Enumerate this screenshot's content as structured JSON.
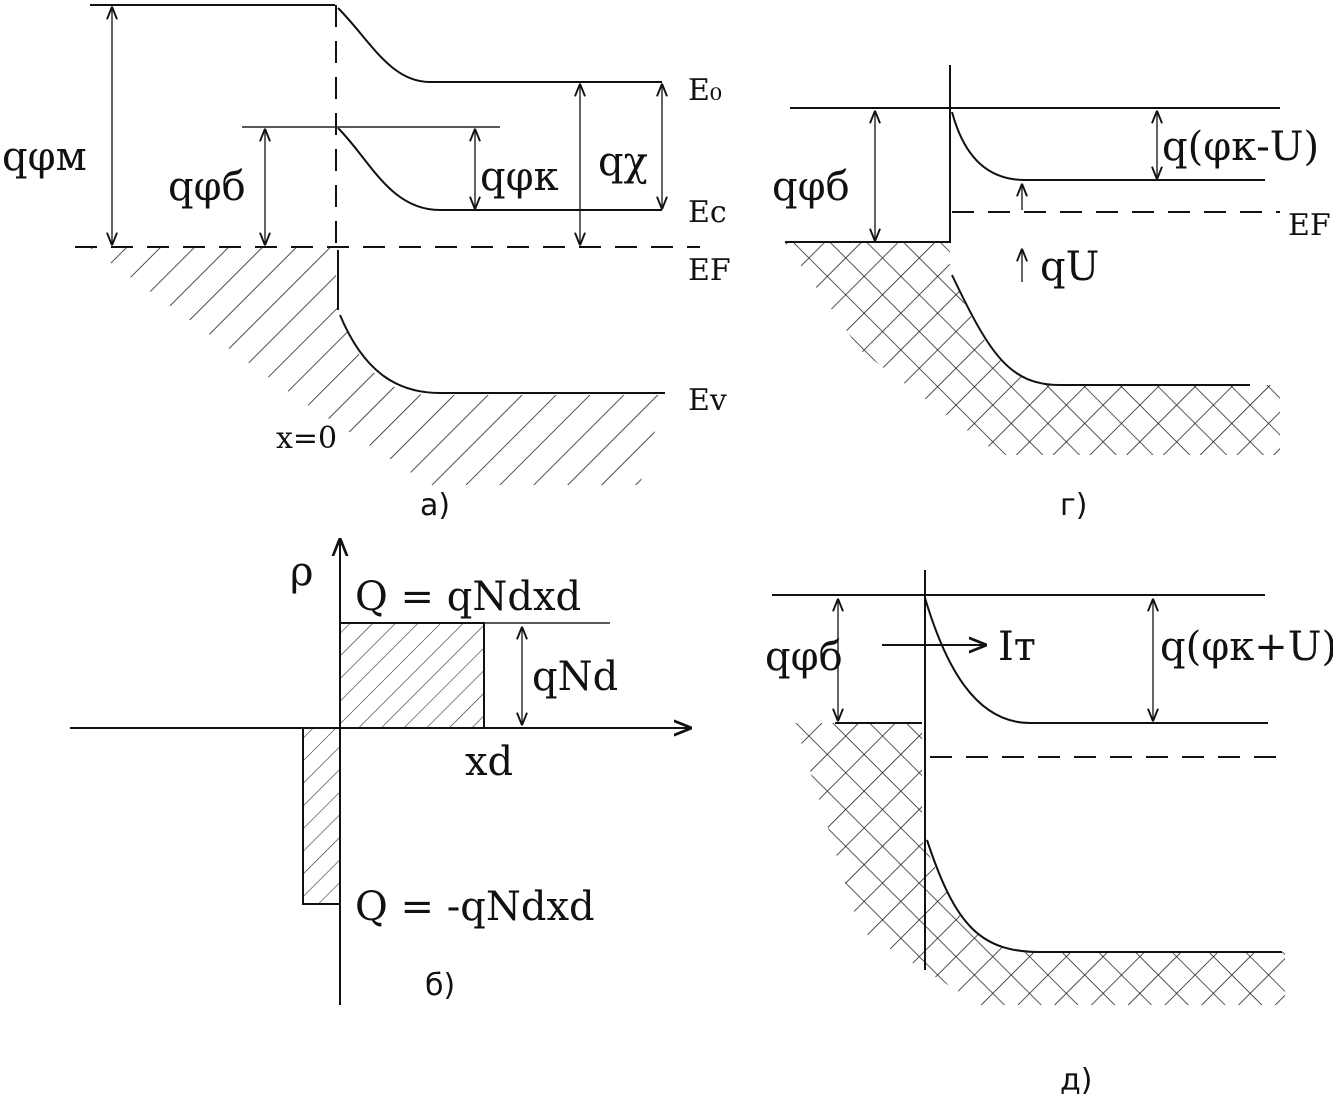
{
  "panel_a": {
    "caption": "а)",
    "q_phi_m": "qφм",
    "q_phi_b": "qφб",
    "q_phi_k": "qφк",
    "q_chi": "qχ",
    "E0": "E₀",
    "Ec": "Ec",
    "EF": "EF",
    "Ev": "Ev",
    "x0": "x=0"
  },
  "panel_b": {
    "caption": "б)",
    "rho": "ρ",
    "Q_pos": "Q = qNdxd",
    "Q_neg": "Q = -qNdxd",
    "qNd": "qNd",
    "xd": "xd"
  },
  "panel_g": {
    "caption": "г)",
    "q_phi_b": "qφб",
    "q_phi_k_minus_u": "q(φк-U)",
    "qU": "qU",
    "EF": "EF"
  },
  "panel_d": {
    "caption": "д)",
    "q_phi_b": "qφб",
    "q_phi_k_plus_u": "q(φк+U)",
    "IT": "Iт"
  }
}
